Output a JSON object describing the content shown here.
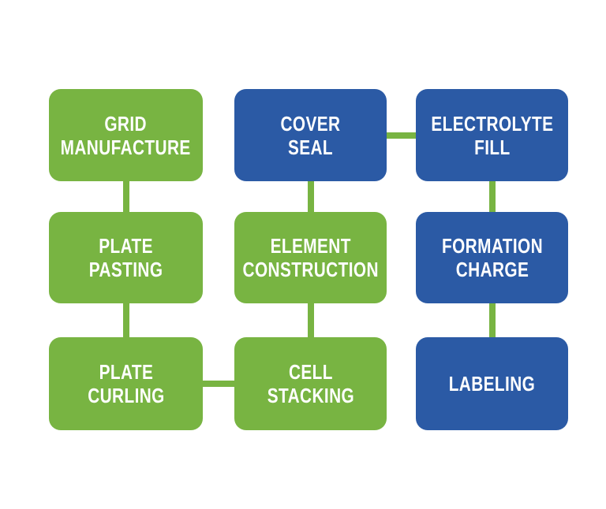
{
  "colors": {
    "green": "#78B442",
    "blue": "#2B5AA5",
    "connector": "#78B442",
    "text": "#FFFFFF",
    "background": "#FFFFFF"
  },
  "nodes": [
    {
      "id": "grid-manufacture",
      "line1": "GRID",
      "line2": "MANUFACTURE",
      "color": "green"
    },
    {
      "id": "cover-seal",
      "line1": "COVER",
      "line2": "SEAL",
      "color": "blue"
    },
    {
      "id": "electrolyte-fill",
      "line1": "ELECTROLYTE",
      "line2": "FILL",
      "color": "blue"
    },
    {
      "id": "plate-pasting",
      "line1": "PLATE",
      "line2": "PASTING",
      "color": "green"
    },
    {
      "id": "element-construction",
      "line1": "ELEMENT",
      "line2": "CONSTRUCTION",
      "color": "green"
    },
    {
      "id": "formation-charge",
      "line1": "FORMATION",
      "line2": "CHARGE",
      "color": "blue"
    },
    {
      "id": "plate-curling",
      "line1": "PLATE",
      "line2": "CURLING",
      "color": "green"
    },
    {
      "id": "cell-stacking",
      "line1": "CELL",
      "line2": "STACKING",
      "color": "green"
    },
    {
      "id": "labeling",
      "line1": "LABELING",
      "line2": "",
      "color": "blue"
    }
  ],
  "connections": [
    {
      "from": "grid-manufacture",
      "to": "plate-pasting",
      "direction": "down"
    },
    {
      "from": "plate-pasting",
      "to": "plate-curling",
      "direction": "down"
    },
    {
      "from": "plate-curling",
      "to": "cell-stacking",
      "direction": "right"
    },
    {
      "from": "cell-stacking",
      "to": "element-construction",
      "direction": "up"
    },
    {
      "from": "element-construction",
      "to": "cover-seal",
      "direction": "up"
    },
    {
      "from": "cover-seal",
      "to": "electrolyte-fill",
      "direction": "right"
    },
    {
      "from": "electrolyte-fill",
      "to": "formation-charge",
      "direction": "down"
    },
    {
      "from": "formation-charge",
      "to": "labeling",
      "direction": "down"
    }
  ]
}
